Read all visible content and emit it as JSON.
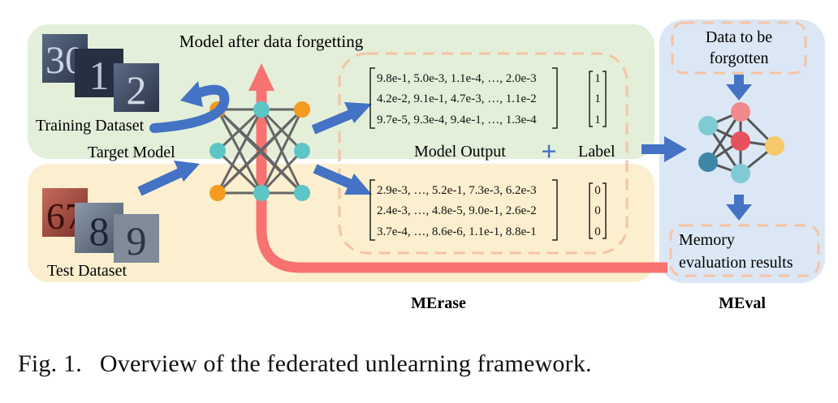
{
  "regions": {
    "training_panel_color": "#e3efd9",
    "test_panel_color": "#fbefcf",
    "meval_panel_color": "#dbe7f5"
  },
  "labels": {
    "model_after": "Model after data forgetting",
    "training_dataset": "Training Dataset",
    "target_model": "Target Model",
    "test_dataset": "Test Dataset",
    "model_output": "Model Output",
    "plus": "+",
    "label": "Label",
    "data_forgotten_1": "Data to be",
    "data_forgotten_2": "forgotten",
    "memory_1": "Memory",
    "memory_2": "evaluation results",
    "merase": "MErase",
    "meval": "MEval"
  },
  "train_images": [
    "30",
    "1",
    "2"
  ],
  "test_images": [
    "67",
    "8",
    "9"
  ],
  "train_matrix": [
    "9.8e-1, 5.0e-3, 1.1e-4, …, 2.0e-3",
    "4.2e-2, 9.1e-1, 4.7e-3, …, 1.1e-2",
    "9.7e-5, 9.3e-4, 9.4e-1, …, 1.3e-4"
  ],
  "train_labels": [
    "1",
    "1",
    "1"
  ],
  "test_matrix": [
    "2.9e-3, …, 5.2e-1, 7.3e-3, 6.2e-3",
    "2.4e-3, …, 4.8e-5, 9.0e-1, 2.6e-2",
    "3.7e-4, …, 8.6e-6, 1.1e-1, 8.8e-1"
  ],
  "test_labels": [
    "0",
    "0",
    "0"
  ],
  "caption": {
    "number": "Fig. 1.",
    "text": "Overview of the federated unlearning framework."
  },
  "colors": {
    "arrow_blue": "#4472c4",
    "arrow_red": "#f87272",
    "node_orange": "#f59b1d",
    "node_teal": "#5cc6c6",
    "dash_peach": "#f6c3a4"
  }
}
